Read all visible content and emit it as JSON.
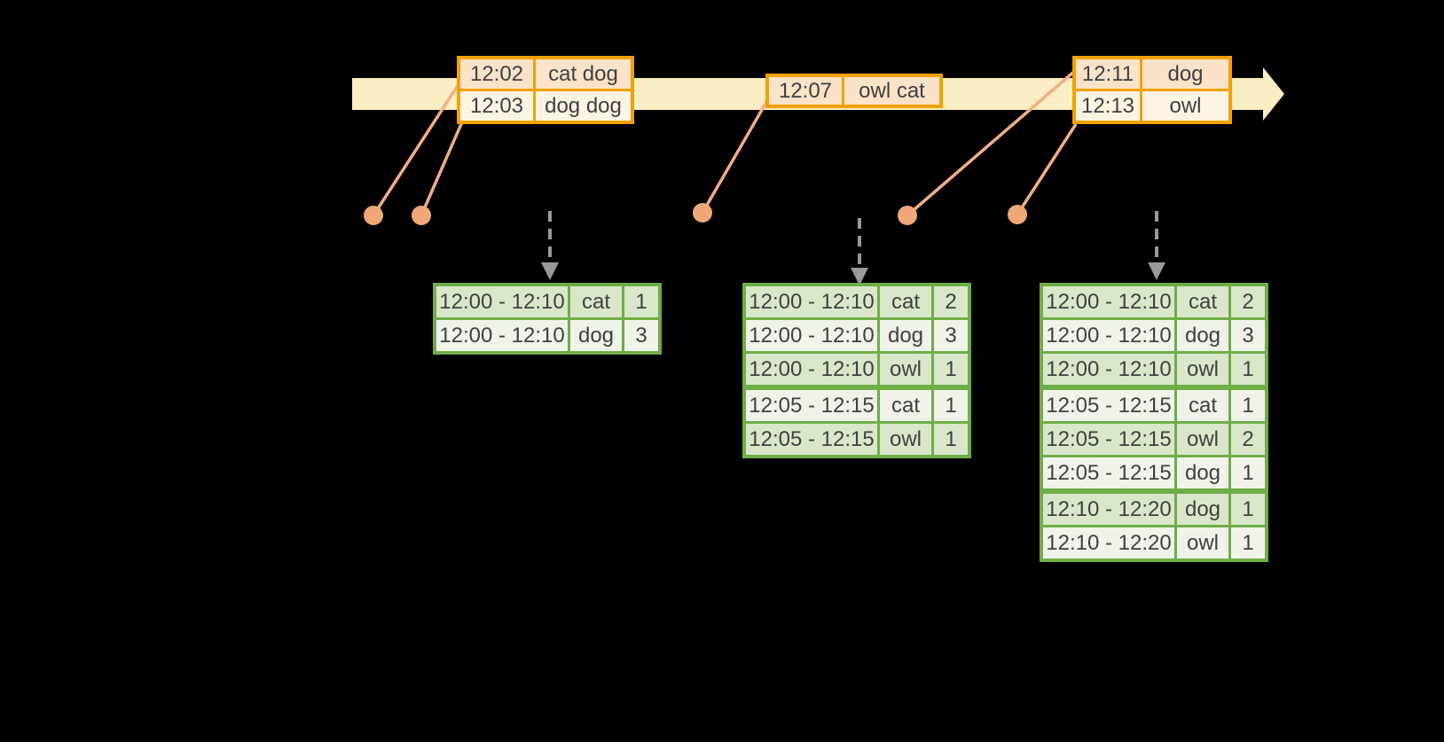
{
  "colors": {
    "background": "#000000",
    "timeline-fill": "#FBEEC5",
    "event-table-border": "#F0A202",
    "event-row-dark": "#FAE3C8",
    "event-row-light": "#FDF4E4",
    "event-line": "#F0AE85",
    "event-dot": "#F0A878",
    "trigger-arrow": "#999999",
    "result-table-border": "#6FAD47",
    "result-row-dark": "#D9E6CA",
    "result-row-light": "#EFF3EA",
    "cell-text": "#404040"
  },
  "event_tables": [
    {
      "rows": [
        {
          "time": "12:02",
          "words": "cat dog"
        },
        {
          "time": "12:03",
          "words": "dog dog"
        }
      ]
    },
    {
      "rows": [
        {
          "time": "12:07",
          "words": "owl cat"
        }
      ]
    },
    {
      "rows": [
        {
          "time": "12:11",
          "words": "dog"
        },
        {
          "time": "12:13",
          "words": "owl"
        }
      ]
    }
  ],
  "result_tables": [
    {
      "rows": [
        {
          "window": "12:00 - 12:10",
          "word": "cat",
          "count": "1"
        },
        {
          "window": "12:00 - 12:10",
          "word": "dog",
          "count": "3"
        }
      ]
    },
    {
      "rows": [
        {
          "window": "12:00 - 12:10",
          "word": "cat",
          "count": "2"
        },
        {
          "window": "12:00 - 12:10",
          "word": "dog",
          "count": "3"
        },
        {
          "window": "12:00 - 12:10",
          "word": "owl",
          "count": "1"
        },
        {
          "window": "12:05 - 12:15",
          "word": "cat",
          "count": "1"
        },
        {
          "window": "12:05 - 12:15",
          "word": "owl",
          "count": "1"
        }
      ]
    },
    {
      "rows": [
        {
          "window": "12:00 - 12:10",
          "word": "cat",
          "count": "2"
        },
        {
          "window": "12:00 - 12:10",
          "word": "dog",
          "count": "3"
        },
        {
          "window": "12:00 - 12:10",
          "word": "owl",
          "count": "1"
        },
        {
          "window": "12:05 - 12:15",
          "word": "cat",
          "count": "1"
        },
        {
          "window": "12:05 - 12:15",
          "word": "owl",
          "count": "2"
        },
        {
          "window": "12:05 - 12:15",
          "word": "dog",
          "count": "1"
        },
        {
          "window": "12:10 - 12:20",
          "word": "dog",
          "count": "1"
        },
        {
          "window": "12:10 - 12:20",
          "word": "owl",
          "count": "1"
        }
      ]
    }
  ]
}
